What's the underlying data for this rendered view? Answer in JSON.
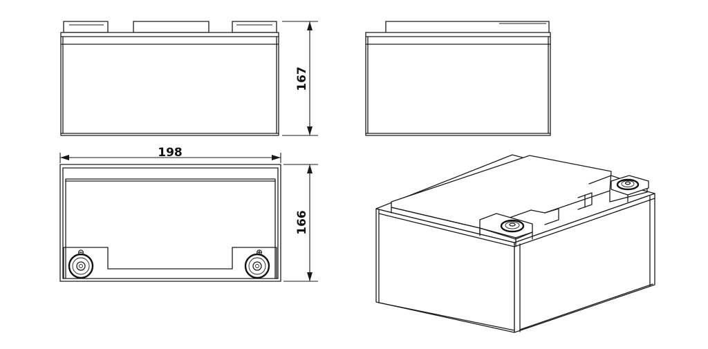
{
  "dimensions": {
    "width": "198",
    "height": "167",
    "depth": "166"
  },
  "terminals": {
    "negative": "⊖",
    "positive": "⊕"
  },
  "colors": {
    "line": "#1a1a1a",
    "background": "#ffffff"
  }
}
